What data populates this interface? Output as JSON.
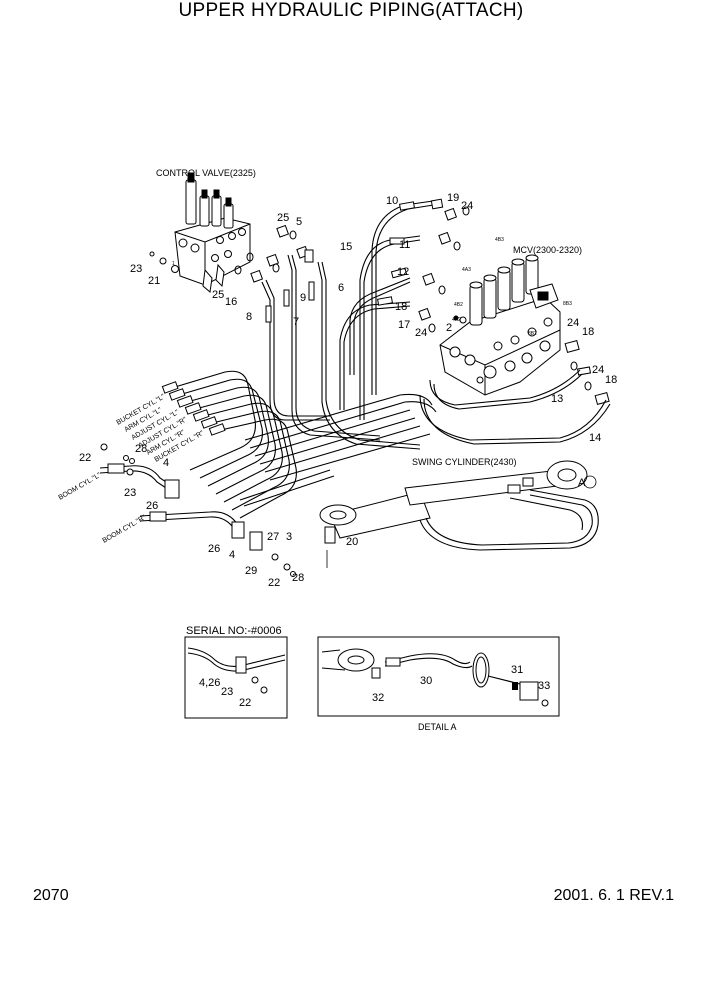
{
  "title": "UPPER HYDRAULIC PIPING(ATTACH)",
  "page_number": "2070",
  "revision": "2001. 6. 1 REV.1",
  "captions": {
    "control_valve": "CONTROL VALVE(2325)",
    "mcv": "MCV(2300-2320)",
    "swing_cylinder": "SWING CYLINDER(2430)",
    "serial": "SERIAL NO:-#0006",
    "detail": "DETAIL A",
    "detail_marker": "A"
  },
  "hose_tags": {
    "bucket_l": "BUCKET CYL.\"L\"",
    "arm_l": "ARM CYL.\"L\"",
    "adjust_l": "ADJUST CYL.\"L\"",
    "adjust_r": "ADJUST CYL.\"R\"",
    "arm_r": "ARM CYL.\"R\"",
    "bucket_r": "BUCKET CYL.\"R\"",
    "boom_l": "BOOM CYL.\"L\"",
    "boom_r": "BOOM CYL.\"R\""
  },
  "port_marks": {
    "p4b3": "4B3",
    "p4a3": "4A3",
    "p4b2": "4B2",
    "p4a2": "4A2",
    "p8b3": "8B3",
    "p8b2": "8B2",
    "p1": "1"
  },
  "callouts": {
    "c1": "10",
    "c2": "19",
    "c3": "24",
    "c4": "25",
    "c5": "5",
    "c6": "15",
    "c7": "11",
    "c8": "12",
    "c9": "18",
    "c10": "17",
    "c11": "24",
    "c12": "2",
    "c13": "24",
    "c14": "18",
    "c15": "24",
    "c16": "18",
    "c17": "13",
    "c18": "14",
    "c19": "23",
    "c20": "21",
    "c21": "25",
    "c22": "16",
    "c23": "9",
    "c24": "6",
    "c25": "8",
    "c26": "7",
    "c27": "22",
    "c28": "28",
    "c29": "4",
    "c30": "23",
    "c31": "26",
    "c32": "27",
    "c33": "3",
    "c34": "20",
    "c35": "26",
    "c36": "4",
    "c37": "29",
    "c38": "28",
    "c39": "22",
    "c40": "4,26",
    "c41": "23",
    "c42": "22",
    "c43": "30",
    "c44": "31",
    "c45": "33",
    "c46": "32"
  }
}
